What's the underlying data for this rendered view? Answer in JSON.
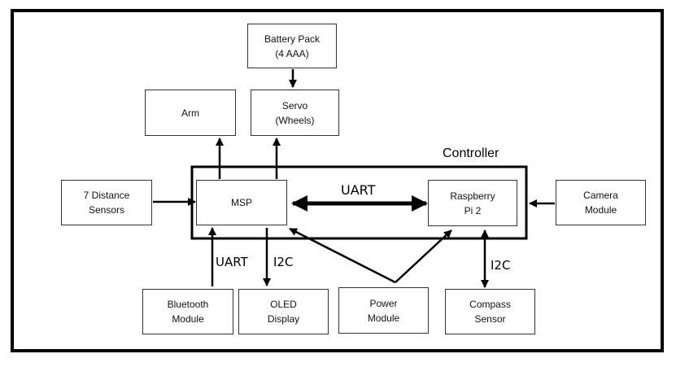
{
  "controller": {
    "title": "Controller"
  },
  "nodes": {
    "battery": "Battery Pack\n(4 AAA)",
    "arm": "Arm",
    "servo": "Servo\n(Wheels)",
    "distance": "7 Distance\nSensors",
    "msp": "MSP",
    "raspberry": "Raspberry\nPi 2",
    "camera": "Camera\nModule",
    "bluetooth": "Bluetooth\nModule",
    "oled": "OLED\nDisplay",
    "power": "Power\nModule",
    "compass": "Compass\nSensor"
  },
  "links": {
    "uart_main": "UART",
    "uart_bt": "UART",
    "i2c_oled": "I2C",
    "i2c_compass": "I2C"
  }
}
